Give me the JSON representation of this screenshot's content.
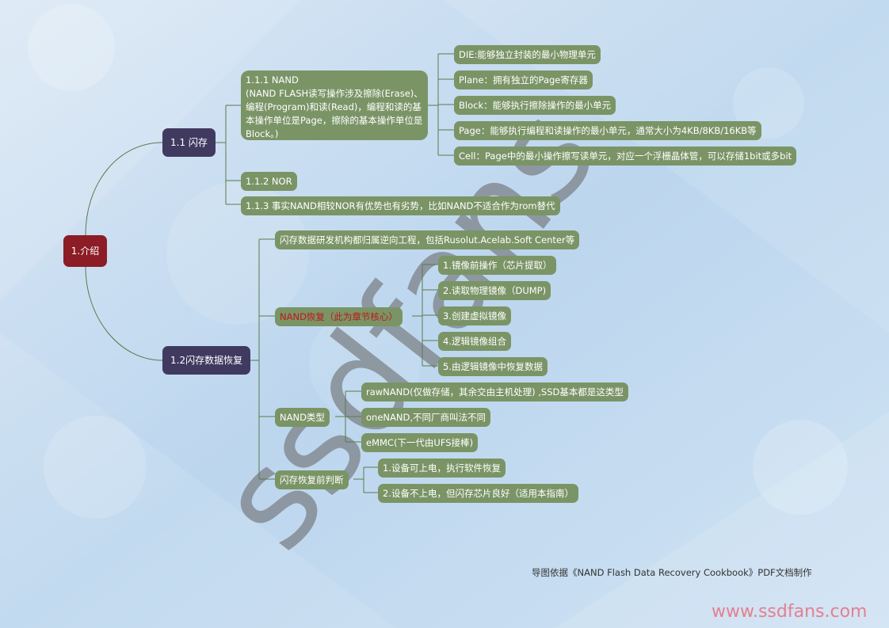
{
  "root": "1.介绍",
  "sections": {
    "flash": {
      "label": "1.1 闪存",
      "nand": "1.1.1 NAND\n(NAND FLASH读写操作涉及擦除(Erase)、编程(Program)和读(Read)，编程和读的基本操作单位是Page，擦除的基本操作单位是Block。)",
      "nand_children": [
        "DIE:能够独立封装的最小物理单元",
        "Plane：拥有独立的Page寄存器",
        "Block：能够执行擦除操作的最小单元",
        "Page：能够执行编程和读操作的最小单元，通常大小为4KB/8KB/16KB等",
        "Cell：Page中的最小操作擦写读单元，对应一个浮栅晶体管，可以存储1bit或多bit"
      ],
      "nor": "1.1.2 NOR",
      "fact": "1.1.3 事实NAND相较NOR有优势也有劣势，比如NAND不适合作为rom替代"
    },
    "recovery": {
      "label": "1.2闪存数据恢复",
      "reverse": "闪存数据研发机构都归属逆向工程，包括Rusolut.Acelab.Soft Center等",
      "nand_recovery": "NAND恢复（此为章节核心）",
      "steps": [
        "1.镜像前操作（芯片提取）",
        "2.读取物理镜像（DUMP)",
        "3.创建虚拟镜像",
        "4.逻辑镜像组合",
        "5.由逻辑镜像中恢复数据"
      ],
      "nand_types_label": "NAND类型",
      "nand_types": [
        "rawNAND(仅做存储，其余交由主机处理) ,SSD基本都是这类型",
        "oneNAND,不同厂商叫法不同",
        "eMMC(下一代由UFS接棒)"
      ],
      "judge_label": "闪存恢复前判断",
      "judge": [
        "1.设备可上电，执行软件恢复",
        "2.设备不上电，但闪存芯片良好（适用本指南）"
      ]
    }
  },
  "watermark": "ssdfans",
  "footer_note": "导图依据《NAND Flash Data Recovery Cookbook》PDF文档制作",
  "site_url": "www.ssdfans.com",
  "colors": {
    "root": "#8c1c25",
    "main": "#403a60",
    "leaf": "#7a9466",
    "highlight_text": "#c01818",
    "background": "#c8ddef"
  }
}
